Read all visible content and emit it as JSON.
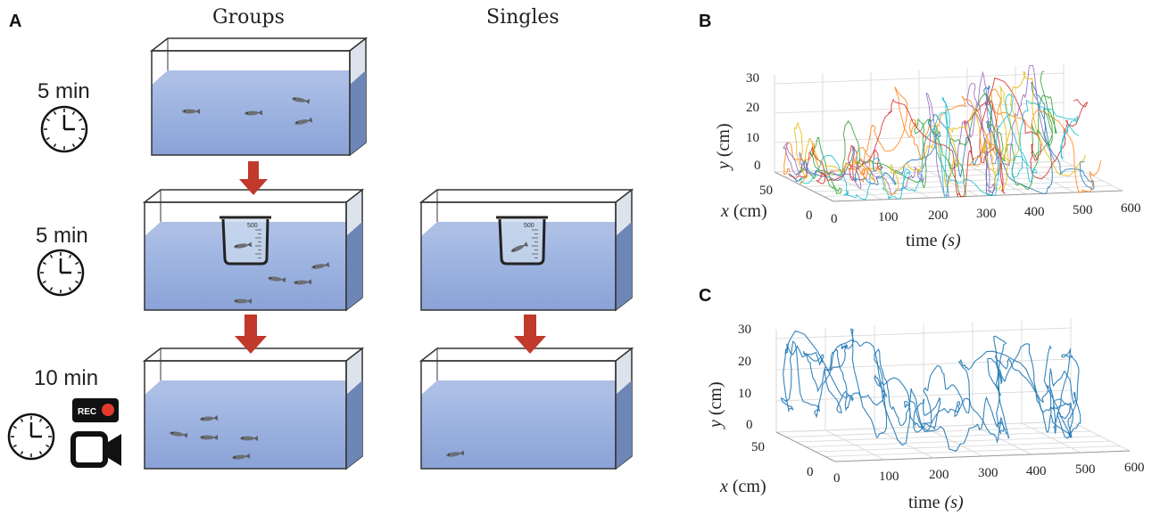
{
  "panel_a": {
    "letter": "A",
    "columns": [
      "Groups",
      "Singles"
    ],
    "stages": [
      {
        "duration": "5 min"
      },
      {
        "duration": "5 min"
      },
      {
        "duration": "10 min"
      }
    ],
    "rec_badge": "REC",
    "beaker_mark": "500",
    "colors": {
      "water": "#8fa6d9",
      "water_top": "#a6b9e2",
      "side": "#6d86b6",
      "arrow": "#c0392b"
    }
  },
  "panel_b": {
    "letter": "B",
    "ylabel_var": "y",
    "ylabel_unit": " (cm)",
    "xlabel_var": "x",
    "xlabel_unit": " (cm)",
    "tlabel_word": "time",
    "tlabel_unit": "(s)",
    "y_ticks": [
      "30",
      "20",
      "10",
      "0"
    ],
    "x_ticks": [
      "50",
      "0"
    ],
    "t_ticks": [
      "0",
      "100",
      "200",
      "300",
      "400",
      "500",
      "600"
    ]
  },
  "panel_c": {
    "letter": "C",
    "ylabel_var": "y",
    "ylabel_unit": " (cm)",
    "xlabel_var": "x",
    "xlabel_unit": " (cm)",
    "tlabel_word": "time",
    "tlabel_unit": "(s)",
    "y_ticks": [
      "30",
      "20",
      "10",
      "0"
    ],
    "x_ticks": [
      "50",
      "0"
    ],
    "t_ticks": [
      "0",
      "100",
      "200",
      "300",
      "400",
      "500",
      "600"
    ]
  },
  "chart_data": [
    {
      "type": "line",
      "panel": "B",
      "description_axes": "3D trajectories: time (s) vs x (cm) vs y (cm)",
      "time_range": [
        0,
        600
      ],
      "x_range": [
        0,
        60
      ],
      "y_range": [
        0,
        30
      ],
      "series_colors": [
        "#1f77b4",
        "#ff7f0e",
        "#2ca02c",
        "#d62728",
        "#9467bd",
        "#e6b800",
        "#17becf"
      ]
    },
    {
      "type": "line",
      "panel": "C",
      "time_range": [
        0,
        600
      ],
      "x_range": [
        0,
        60
      ],
      "y_range": [
        0,
        30
      ],
      "series_colors": [
        "#1f77b4"
      ]
    }
  ]
}
